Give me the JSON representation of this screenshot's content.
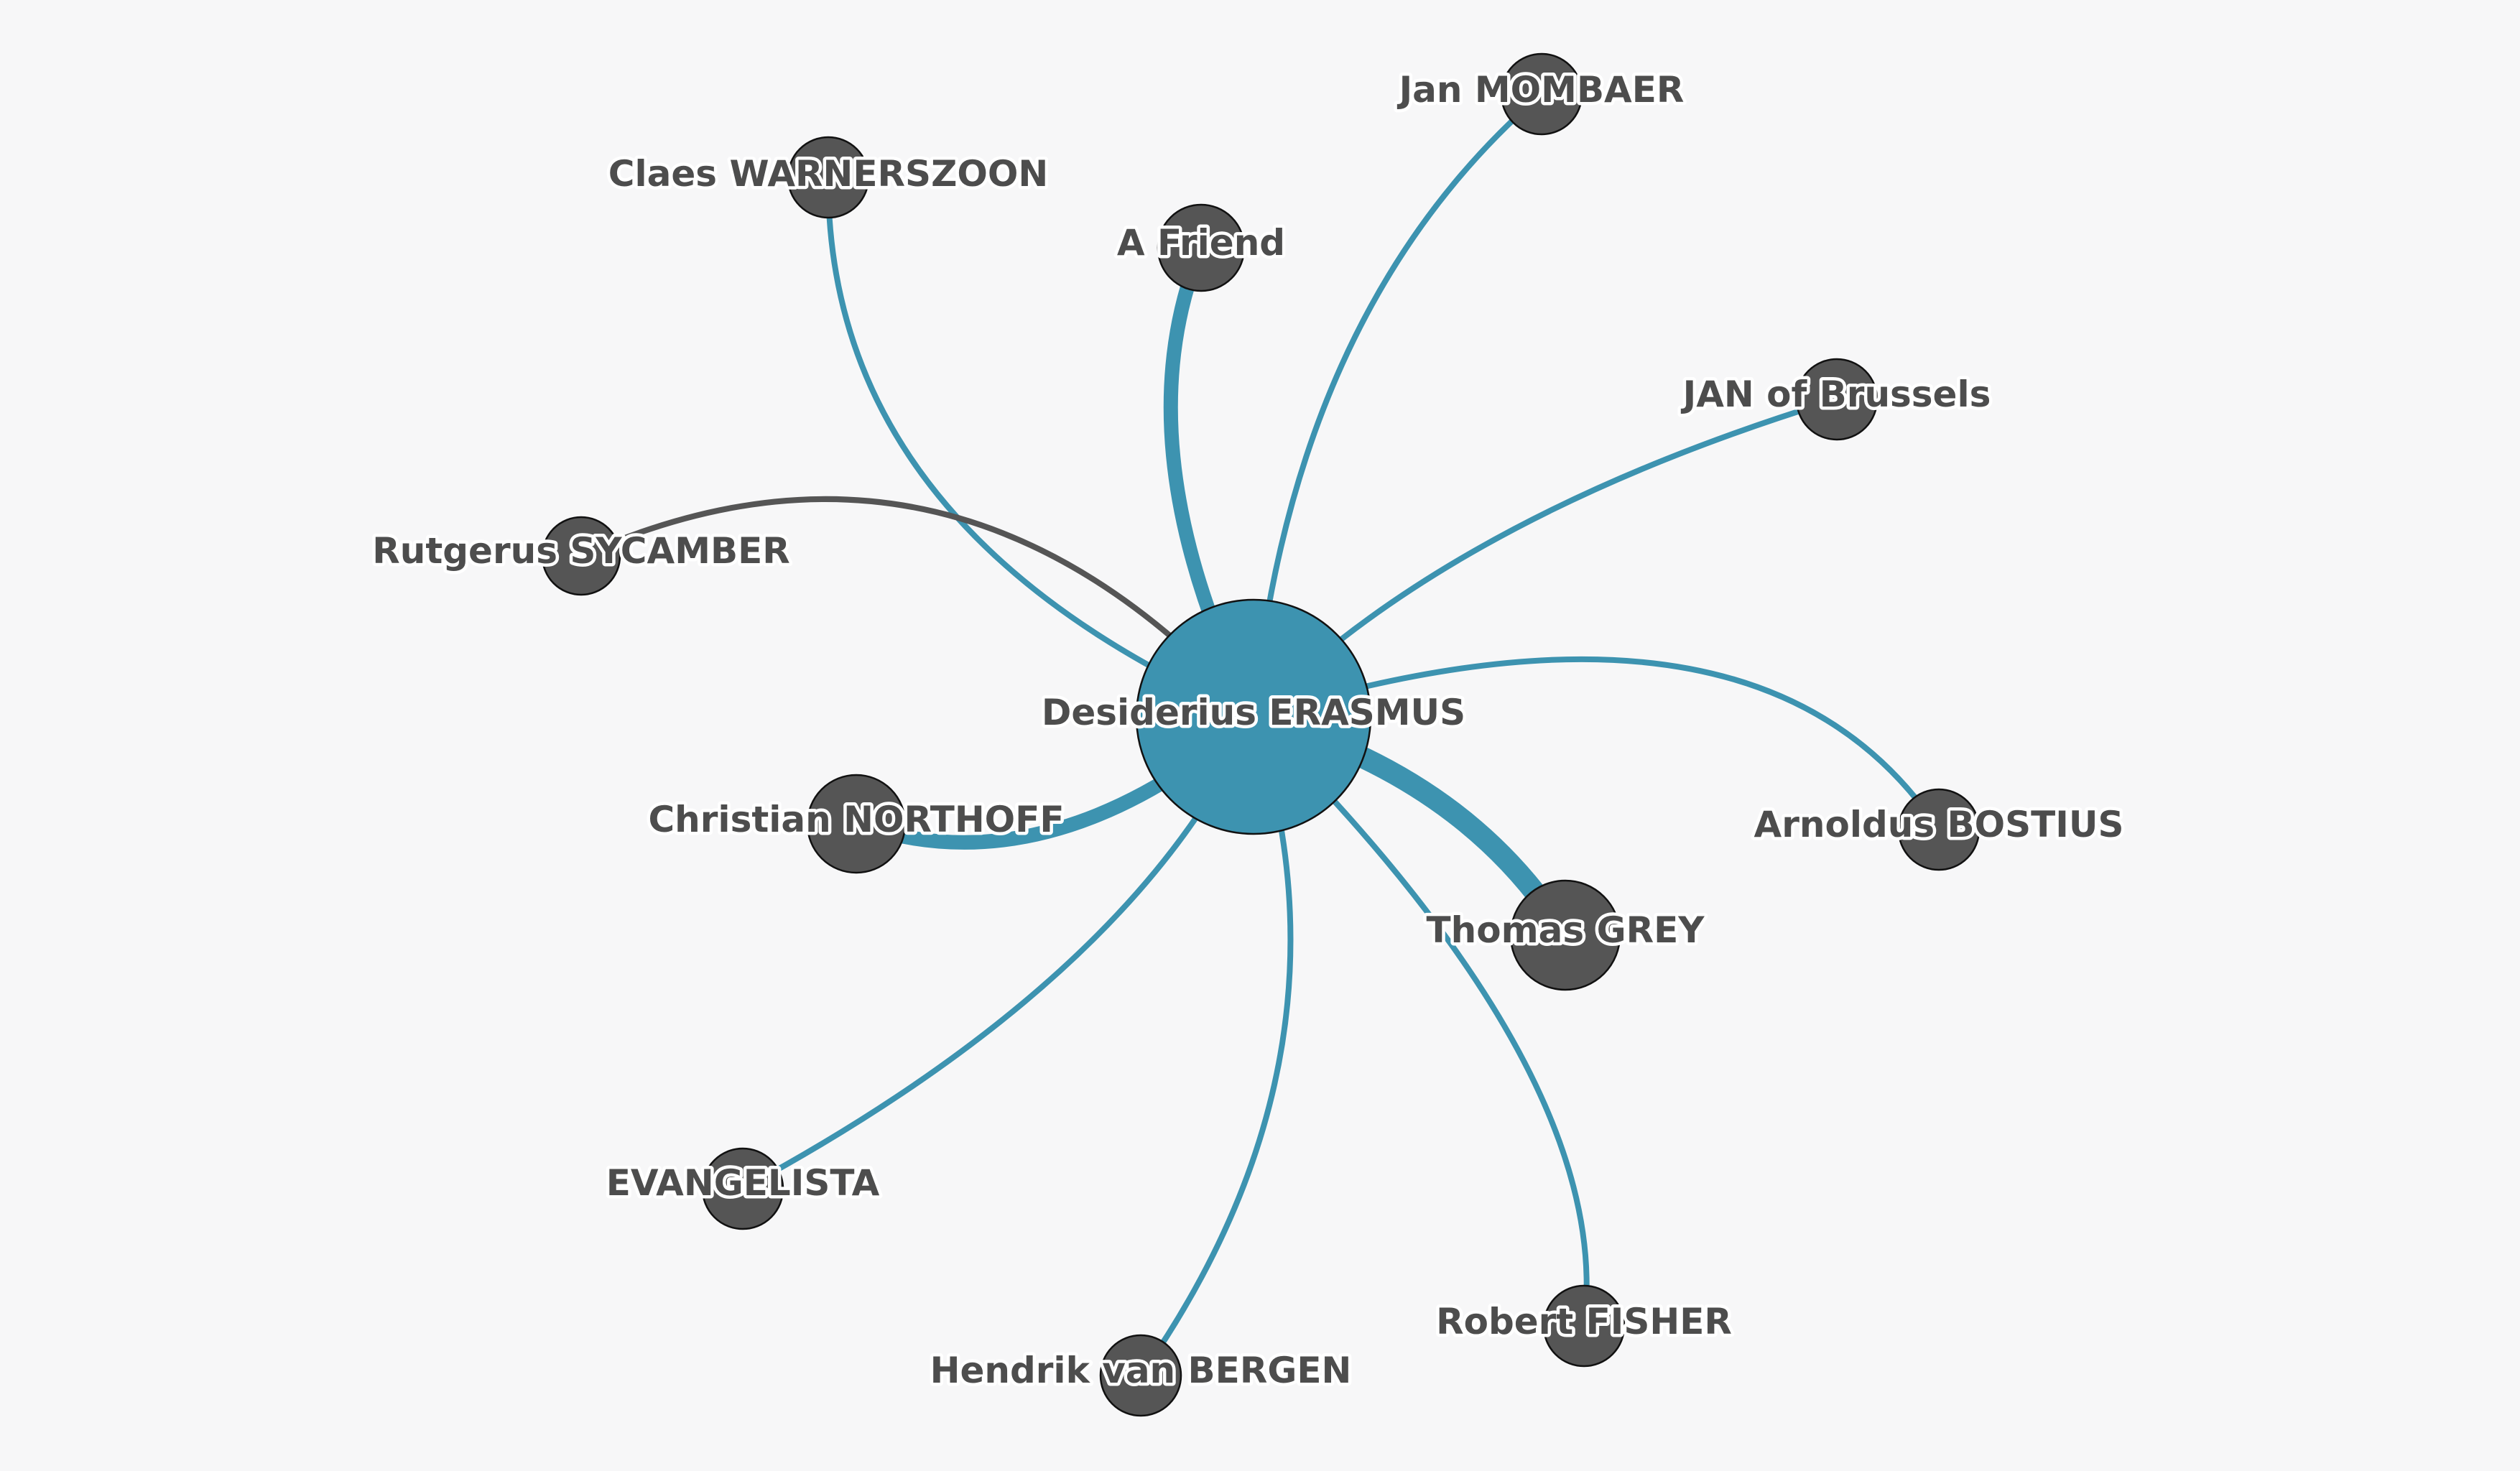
{
  "colors": {
    "background": "#f7f7f8",
    "accent": "#3d93b0",
    "node_dark": "#555555",
    "edge_dark": "#555555",
    "label_text": "#4d4d4d",
    "label_halo": "#ffffff"
  },
  "graph": {
    "center": {
      "id": "erasmus",
      "label": "Desiderius ERASMUS"
    },
    "nodes": [
      {
        "id": "mombaer",
        "label": "Jan MOMBAER"
      },
      {
        "id": "warnerszoon",
        "label": "Claes WARNERSZOON"
      },
      {
        "id": "friend",
        "label": "A Friend"
      },
      {
        "id": "jan_brussels",
        "label": "JAN of Brussels"
      },
      {
        "id": "sycamber",
        "label": "Rutgerus SYCAMBER"
      },
      {
        "id": "northoff",
        "label": "Christian NORTHOFF"
      },
      {
        "id": "bostius",
        "label": "Arnoldus BOSTIUS"
      },
      {
        "id": "grey",
        "label": "Thomas GREY"
      },
      {
        "id": "evangelista",
        "label": "EVANGELISTA"
      },
      {
        "id": "fisher",
        "label": "Robert FISHER"
      },
      {
        "id": "bergen",
        "label": "Hendrik van BERGEN"
      }
    ],
    "edges": [
      {
        "target": "mombaer",
        "weight": 1,
        "color": "accent"
      },
      {
        "target": "warnerszoon",
        "weight": 1,
        "color": "accent"
      },
      {
        "target": "friend",
        "weight": 3,
        "color": "accent"
      },
      {
        "target": "jan_brussels",
        "weight": 1,
        "color": "accent"
      },
      {
        "target": "sycamber",
        "weight": 1,
        "color": "dark"
      },
      {
        "target": "northoff",
        "weight": 3,
        "color": "accent"
      },
      {
        "target": "bostius",
        "weight": 1,
        "color": "accent"
      },
      {
        "target": "grey",
        "weight": 4,
        "color": "accent"
      },
      {
        "target": "evangelista",
        "weight": 1,
        "color": "accent"
      },
      {
        "target": "fisher",
        "weight": 1,
        "color": "accent"
      },
      {
        "target": "bergen",
        "weight": 1,
        "color": "accent"
      }
    ]
  }
}
